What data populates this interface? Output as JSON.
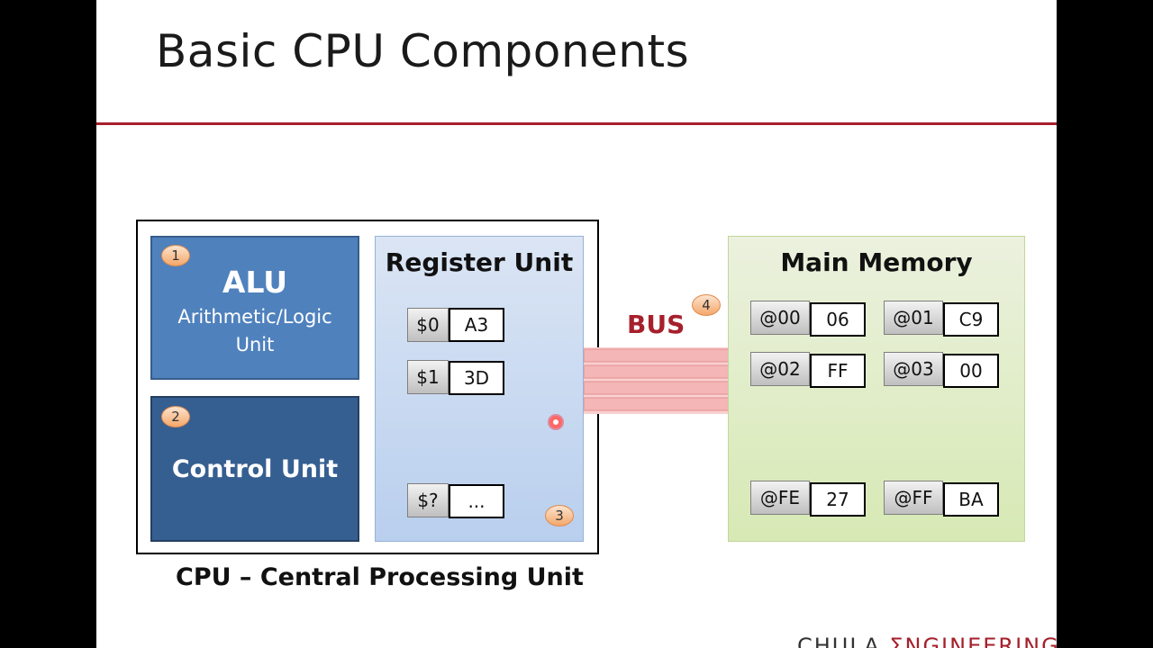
{
  "title": "Basic CPU Components",
  "cpu": {
    "caption": "CPU – Central Processing Unit",
    "alu": {
      "badge": "1",
      "title": "ALU",
      "subtitle_line1": "Arithmetic/Logic",
      "subtitle_line2": "Unit"
    },
    "control_unit": {
      "badge": "2",
      "title": "Control Unit"
    },
    "register_unit": {
      "badge": "3",
      "title": "Register Unit",
      "registers": [
        {
          "name": "$0",
          "value": "A3"
        },
        {
          "name": "$1",
          "value": "3D"
        },
        {
          "name": "$?",
          "value": "..."
        }
      ]
    }
  },
  "bus": {
    "label": "BUS",
    "badge": "4",
    "color": "#f4b6b6"
  },
  "memory": {
    "title": "Main Memory",
    "cells": [
      {
        "address": "@00",
        "value": "06"
      },
      {
        "address": "@01",
        "value": "C9"
      },
      {
        "address": "@02",
        "value": "FF"
      },
      {
        "address": "@03",
        "value": "00"
      },
      {
        "address": "@FE",
        "value": "27"
      },
      {
        "address": "@FF",
        "value": "BA"
      }
    ]
  },
  "logo": {
    "part1": "CHULA ",
    "part2": "ΣNGINEERING"
  },
  "colors": {
    "accent": "#a6202c",
    "alu": "#4f81bd",
    "control_unit": "#365f91"
  }
}
